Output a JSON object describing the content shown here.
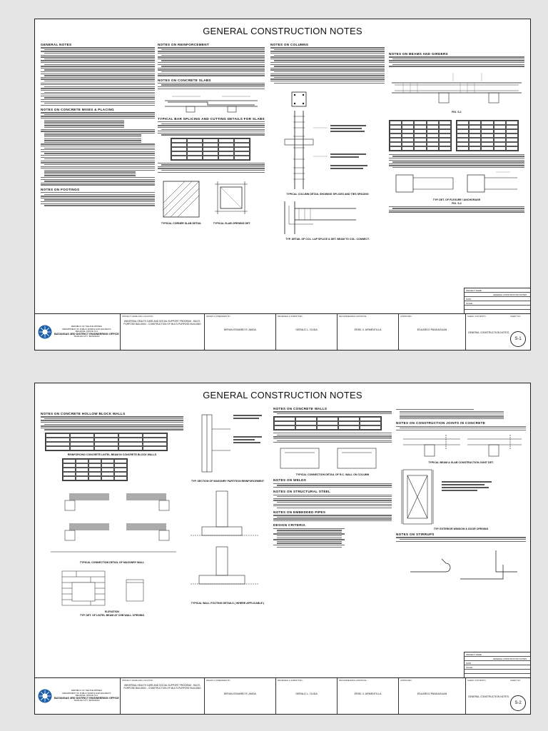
{
  "sheets": [
    {
      "title": "GENERAL CONSTRUCTION NOTES",
      "sheet_number": "S-1",
      "sections": {
        "c1a": "GENERAL NOTES",
        "c1b": "NOTES ON CONCRETE MIXES & PLACING",
        "c1c": "NOTES ON FOOTINGS",
        "c2a": "NOTES ON REINFORCEMENT",
        "c2b": "NOTES ON CONCRETE SLABS",
        "c2c": "TYPICAL BAR SPLICING AND CUTTING DETAILS FOR SLABS",
        "c3a": "NOTES ON COLUMNS",
        "c4a": "NOTES ON BEAMS AND GIRDERS"
      },
      "details": {
        "d1": "TYPICAL CORNER SLAB DETAIL",
        "d2": "TYPICAL SLAB OPENING DET.",
        "d3": "TYPICAL COLUMN DETAIL SHOWING SPLICES AND TIES SPACING",
        "d4": "TYP. DETAIL OF COL. LAP SPLICE & DET. BEAM TO COL. CONNECT.",
        "d5": "FIG. S-1",
        "d6": "TYP. DET. OF FLEXURE / ANCHORAGE",
        "d7": "FIG. S-2"
      }
    },
    {
      "title": "GENERAL CONSTRUCTION NOTES",
      "sheet_number": "S-2",
      "sections": {
        "c1a": "NOTES ON CONCRETE HOLLOW BLOCK WALLS",
        "c3a": "NOTES ON CONCRETE WALLS",
        "c3b": "NOTES ON WELDS",
        "c3c": "NOTES ON STRUCTURAL STEEL",
        "c3d": "NOTES ON EMBEDDED PIPES",
        "c3e": "DESIGN CRITERIA",
        "c4a": "NOTES ON CONSTRUCTION JOINTS IN CONCRETE",
        "c4b": "NOTES ON STIRRUPS"
      },
      "details": {
        "d1": "REINFORCING CONCRETE LINTEL BEAM IN CONCRETE BLOCK WALLS",
        "d2": "TYPICAL CONNECTION DETAIL OF MASONRY WALL",
        "d3": "TYP. DET. OF LINTEL BEAM AT CHB WALL OPENING",
        "d4": "TYP. SECTION OF MASONRY PARTITION REINFORCEMENT",
        "d5": "TYPICAL WALL FOOTING DETAILS ( WHERE APPLICABLE )",
        "d6": "TYPICAL CONNECTION DETAIL OF R.C. WALL ON COLUMN",
        "d7": "TYPICAL BEAM & SLAB CONSTRUCTION JOINT DET.",
        "d8": "TYP. EXTERIOR WINDOW & DOOR OPENING",
        "d9": "ELEVATION"
      }
    }
  ],
  "title_block": {
    "office": {
      "line1": "REPUBLIC OF THE PHILIPPINES",
      "line2": "DEPARTMENT OF PUBLIC WORKS AND HIGHWAYS",
      "line3": "REGIONAL OFFICE IV-A",
      "line4": "BATANGAS 3RD DISTRICT ENGINEERING OFFICE",
      "line5": "TANAUAN CITY, BATANGAS"
    },
    "project_label": "PROJECT NAME AND LOCATION :",
    "project_text": "UNIVERSAL HEALTH CARE AND SOCIAL SUPPORT PROGRAM - MULTI-PURPOSE BUILDING - CONSTRUCTION OF MULTI-PURPOSE BUILDING",
    "prepared_label": "DRAWN & PREPARED BY :",
    "prepared_name": "BRYAN EDWARD R. AMOA",
    "reviewed_label": "REVIEWED & SUBMITTED :",
    "reviewed_name": "GERALD L. OLIDA",
    "recommend_label": "RECOMMENDING APPROVAL :",
    "recommend_name": "ERIEL V. ARMENTILLA",
    "approved_label": "APPROVED :",
    "approved_name": "EDUARDO PANDAGUAN",
    "sheet_contents_label": "SHEET CONTENTS :",
    "sheet_contents": "GENERAL CONSTRUCTION NOTES",
    "sheet_label": "SHEET NO :",
    "right_rows": [
      "PROJECT NAME :",
      "",
      "DATE :",
      "SCALE :"
    ]
  },
  "colors": {
    "seal_blue": "#1d5fa8",
    "sheet_bg": "#ffffff",
    "page_bg": "#e4e4e4"
  }
}
